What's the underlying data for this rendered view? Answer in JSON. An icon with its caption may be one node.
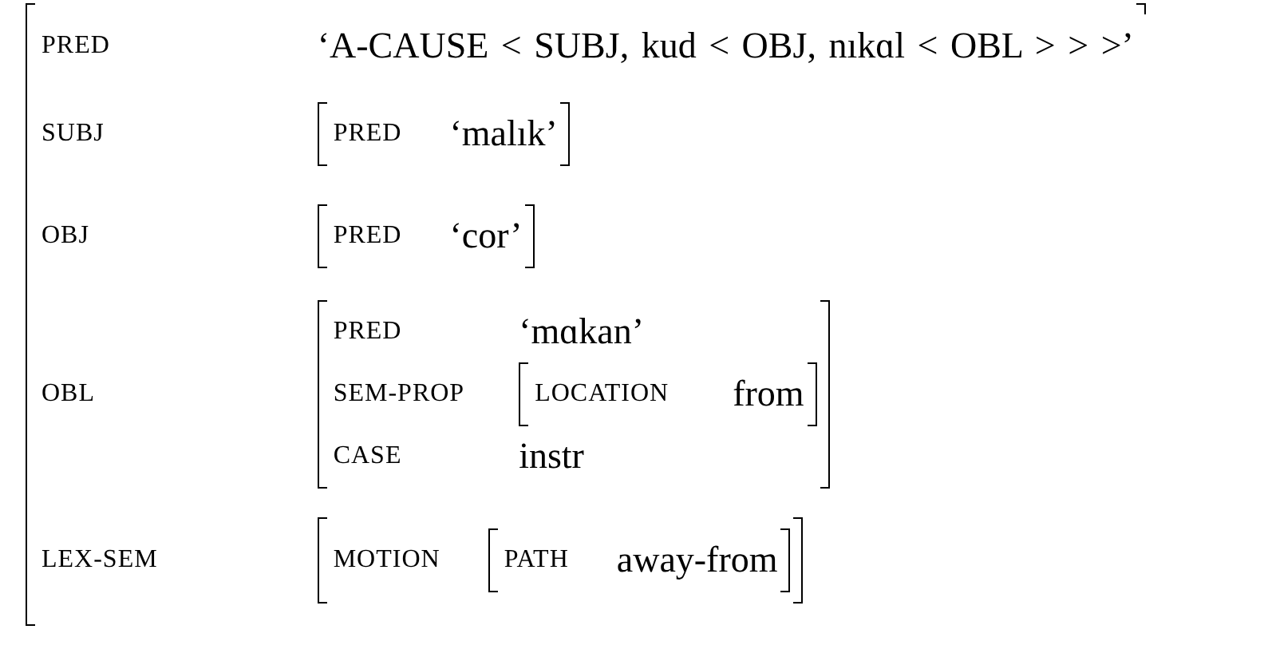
{
  "diagram": {
    "nodes": [
      {
        "text": [
          "PRED",
          "‘A-CAUSE < SUBJ, kud < OBJ, nıkɑl < OBL > > >’",
          "SUBJ",
          "OBJ",
          "OBL",
          "LEX-SEM"
        ]
      },
      {
        "text": [
          "PRED",
          "‘malık’"
        ],
        "in": 0
      },
      {
        "text": [
          "PRED",
          "‘cor’"
        ],
        "in": 0
      },
      {
        "text": [
          "PRED",
          "‘mɑkan’",
          "SEM-PROP",
          "CASE",
          "instr"
        ],
        "in": 0
      },
      {
        "text": [
          "LOCATION",
          "from"
        ],
        "in": 3
      },
      {
        "text": [
          "MOTION"
        ],
        "in": 0
      },
      {
        "text": [
          "PATH",
          "away-from"
        ],
        "in": 5
      }
    ],
    "edges": []
  }
}
